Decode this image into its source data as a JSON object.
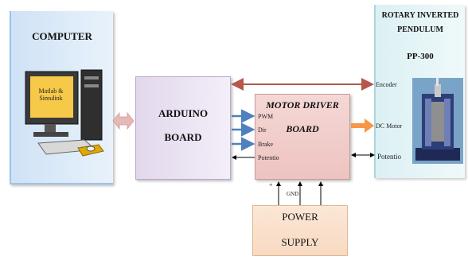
{
  "computer": {
    "title": "COMPUTER",
    "screen_label": "Matlab & Simulink"
  },
  "arduino": {
    "line1": "ARDUINO",
    "line2": "BOARD"
  },
  "motor_driver": {
    "line1": "MOTOR DRIVER",
    "line2": "BOARD"
  },
  "pendulum": {
    "line1": "ROTARY INVERTED",
    "line2": "PENDULUM",
    "model": "PP-300"
  },
  "power": {
    "line1": "POWER",
    "line2": "SUPPLY"
  },
  "signals": {
    "pwm": "PWM",
    "dir": "Dir",
    "brake": "Brake",
    "potentio": "Potentio"
  },
  "ports": {
    "encoder": "Encoder",
    "dc_motor": "DC Motor",
    "potentio": "Potentio"
  },
  "power_pins": {
    "plus": "+",
    "gnd": "GND",
    "minus": "-"
  },
  "colors": {
    "encoder_line": "#b5574b",
    "signal_arrow": "#4f81bd",
    "motor_arrow": "#f79646",
    "usb_arrow": "#e6b8b7"
  }
}
